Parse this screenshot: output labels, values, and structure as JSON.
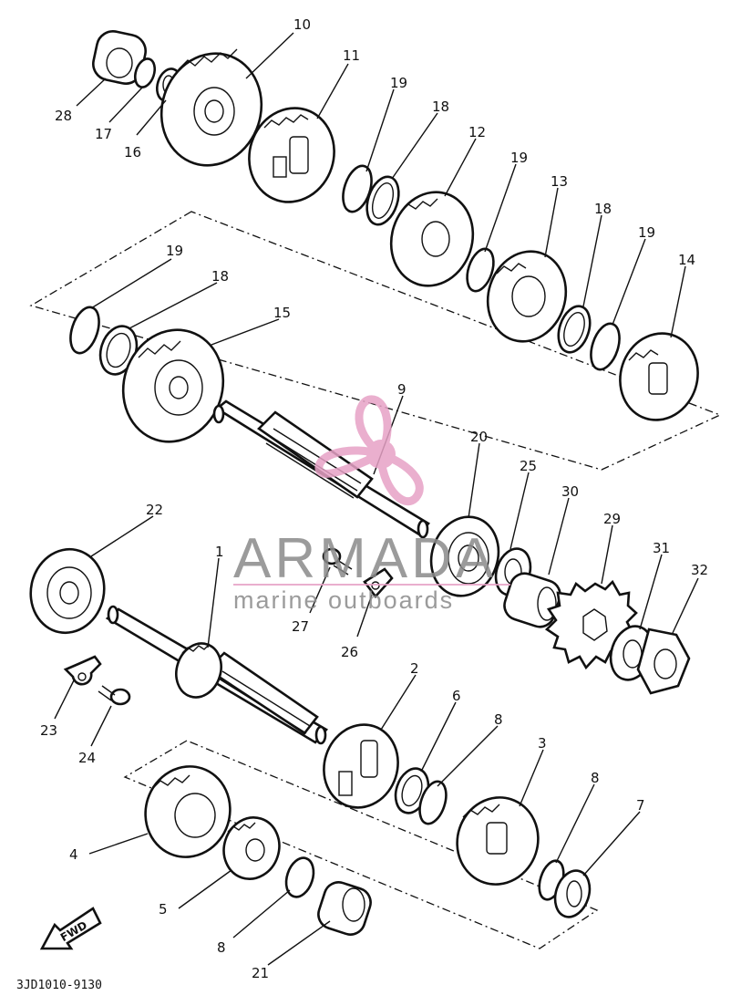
{
  "diagram": {
    "drawing_code": "3JD1010-9130",
    "direction_label": "FWD",
    "watermark": {
      "brand": "ARMADA",
      "tagline": "marine outboards",
      "brand_color": "#e7a2c6"
    },
    "callouts": {
      "c1": "1",
      "c2": "2",
      "c3": "3",
      "c4": "4",
      "c5": "5",
      "c6": "6",
      "c7": "7",
      "c8a": "8",
      "c8b": "8",
      "c8c": "8",
      "c9": "9",
      "c10": "10",
      "c11": "11",
      "c12": "12",
      "c13": "13",
      "c14": "14",
      "c15": "15",
      "c16": "16",
      "c17": "17",
      "c18a": "18",
      "c18b": "18",
      "c18c": "18",
      "c19a": "19",
      "c19b": "19",
      "c19c": "19",
      "c19d": "19",
      "c20": "20",
      "c21": "21",
      "c22": "22",
      "c23": "23",
      "c24": "24",
      "c25": "25",
      "c26": "26",
      "c27": "27",
      "c28": "28",
      "c29": "29",
      "c30": "30",
      "c31": "31",
      "c32": "32"
    }
  }
}
